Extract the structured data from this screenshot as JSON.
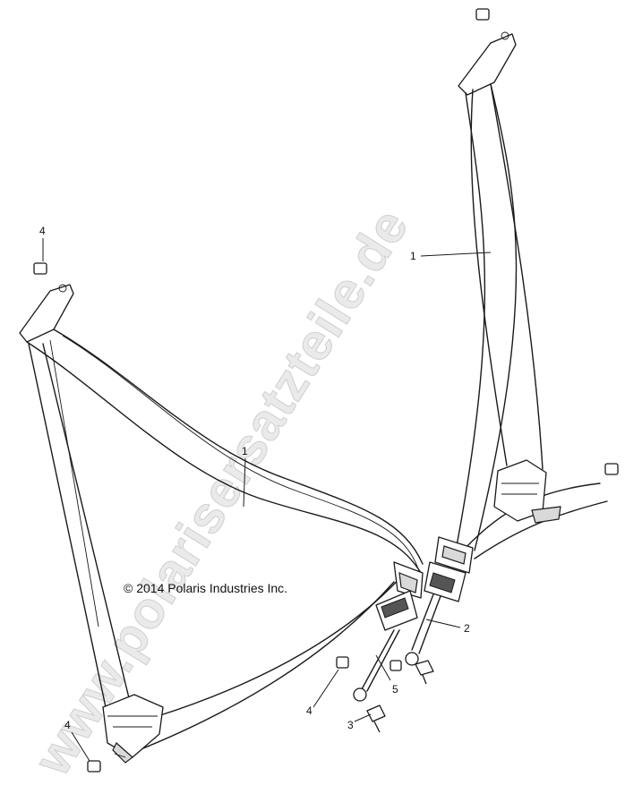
{
  "watermark": "www.polarisersatzteile.de",
  "copyright": "© 2014 Polaris Industries Inc.",
  "callouts": {
    "belt_right": "1",
    "belt_left": "1",
    "buckle_cable": "2",
    "bolt": "3",
    "nut_top_left": "4",
    "nut_center": "4",
    "nut_bottom_left": "4",
    "cable_5": "5"
  }
}
